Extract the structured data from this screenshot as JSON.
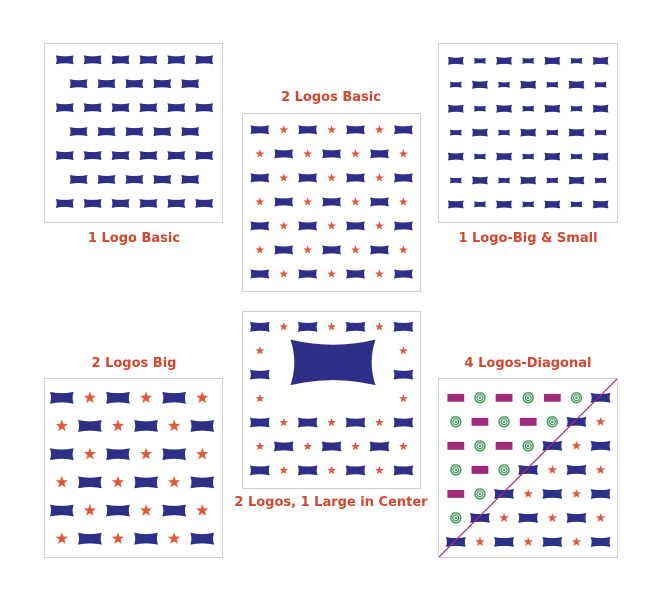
{
  "colors": {
    "navy": "#2e2f86",
    "star": "#df5a3c",
    "magenta": "#a02a78",
    "green": "#3e9a56",
    "caption": "#d4452d",
    "border": "#cfcfcf"
  },
  "panels": [
    {
      "id": "p1",
      "label": "1 Logo Basic",
      "pattern": "one-logo-basic",
      "icons": [
        "logo-icon"
      ]
    },
    {
      "id": "p2",
      "label": "2 Logos Basic",
      "pattern": "two-logos-basic",
      "icons": [
        "logo-icon",
        "star-icon"
      ]
    },
    {
      "id": "p3",
      "label": "1 Logo-Big & Small",
      "pattern": "one-logo-big-small",
      "icons": [
        "logo-icon"
      ]
    },
    {
      "id": "p4",
      "label": "2 Logos Big",
      "pattern": "two-logos-big",
      "icons": [
        "logo-icon",
        "star-icon"
      ]
    },
    {
      "id": "p5",
      "label": "2 Logos, 1 Large in Center",
      "pattern": "two-logos-large-center",
      "icons": [
        "logo-icon",
        "star-icon",
        "large-logo-icon"
      ]
    },
    {
      "id": "p6",
      "label": "4 Logos-Diagonal",
      "pattern": "four-logos-diagonal",
      "icons": [
        "logo-icon",
        "star-icon",
        "rectangle-logo-icon",
        "target-logo-icon"
      ]
    }
  ]
}
